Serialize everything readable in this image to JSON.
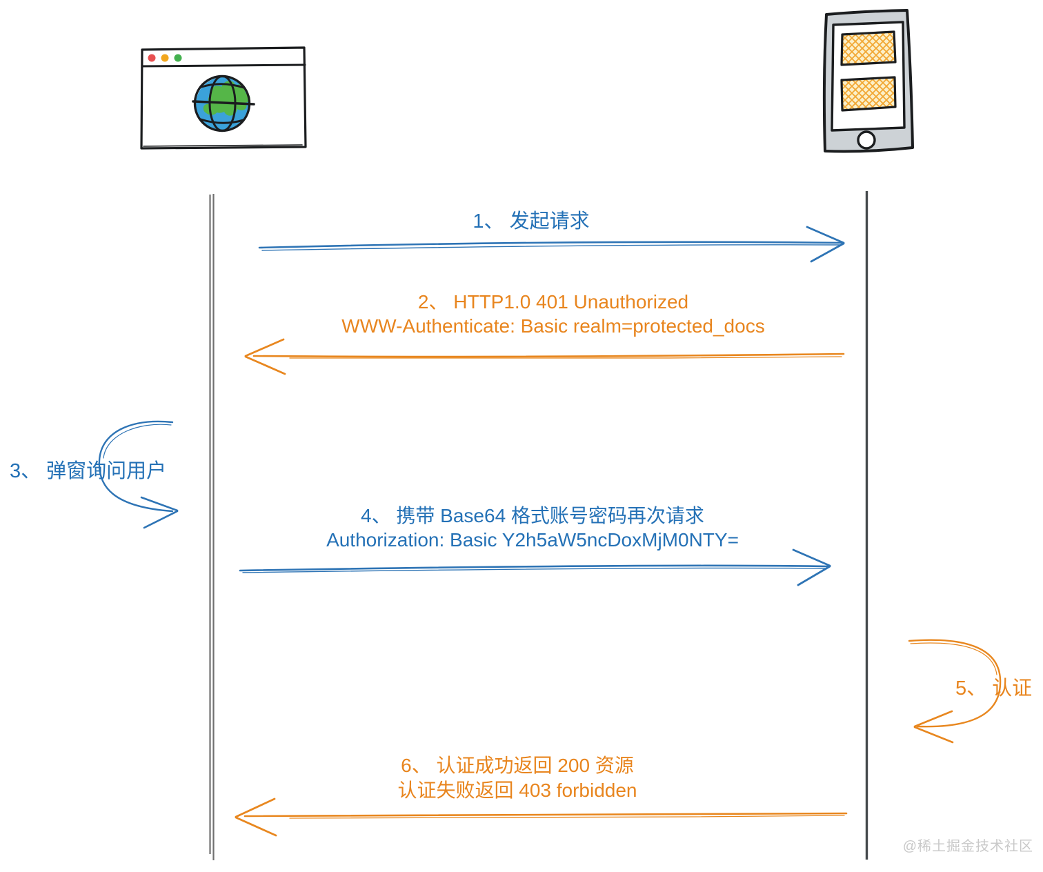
{
  "colors": {
    "blue": "#2471b6",
    "orange": "#e8851e",
    "sketch_black": "#1b1d1f",
    "lifeline_gray": "#707070",
    "globe_blue": "#3ba2da",
    "globe_green": "#55b648",
    "server_gray": "#cdd2d6",
    "hatch_orange": "#f2a733",
    "dot_red": "#e85051",
    "dot_yellow": "#f2a71e",
    "dot_green": "#43b14f",
    "watermark_gray": "#c9c9c9"
  },
  "icons": {
    "client": "browser-globe-icon",
    "server": "server-device-icon"
  },
  "diagram": {
    "messages": {
      "m1": {
        "label": "1、 发起请求"
      },
      "m2": {
        "line1": "2、 HTTP1.0 401 Unauthorized",
        "line2": "WWW-Authenticate: Basic realm=protected_docs"
      },
      "m3": {
        "label": "3、 弹窗询问用户"
      },
      "m4": {
        "line1": "4、 携带 Base64 格式账号密码再次请求",
        "line2": "Authorization: Basic Y2h5aW5ncDoxMjM0NTY="
      },
      "m5": {
        "label": "5、 认证"
      },
      "m6": {
        "line1": "6、 认证成功返回 200 资源",
        "line2": "认证失败返回 403 forbidden"
      }
    },
    "watermark": "@稀土掘金技术社区"
  }
}
